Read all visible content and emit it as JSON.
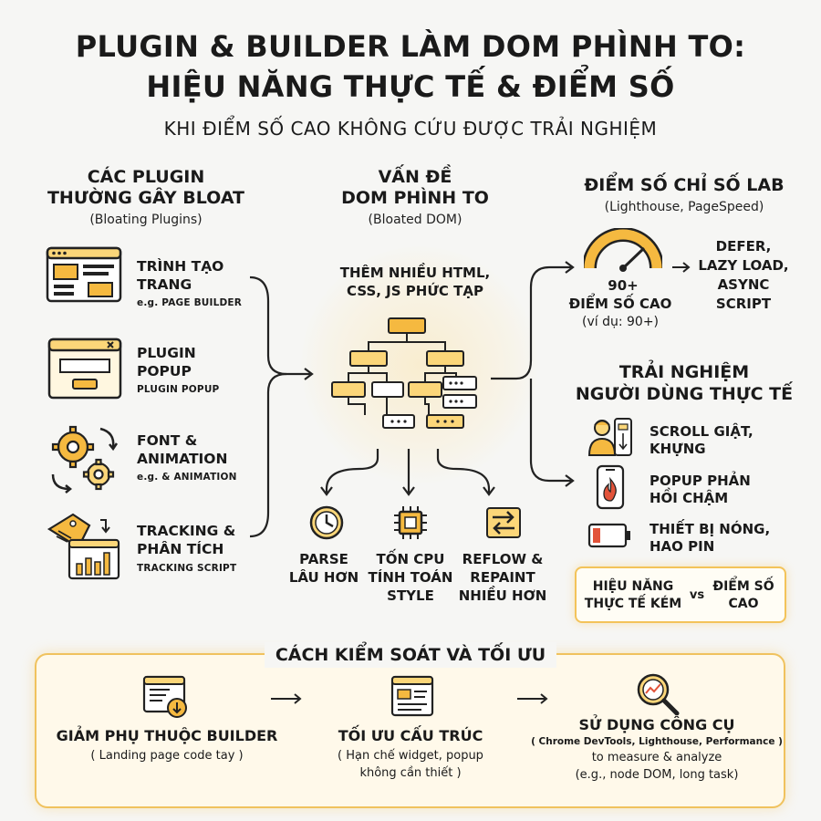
{
  "header": {
    "title_line1": "PLUGIN & BUILDER LÀM DOM PHÌNH TO:",
    "title_line2": "HIỆU NĂNG THỰC TẾ & ĐIỂM SỐ",
    "subtitle": "KHI ĐIỂM SỐ CAO KHÔNG CỨU ĐƯỢC TRẢI NGHIỆM"
  },
  "left": {
    "heading_line1": "CÁC PLUGIN",
    "heading_line2": "THƯỜNG GÂY BLOAT",
    "sub": "(Bloating Plugins)",
    "items": [
      {
        "line1": "TRÌNH TẠO",
        "line2": "TRANG",
        "note": "e.g. PAGE BUILDER",
        "icon": "page-builder-icon"
      },
      {
        "line1": "PLUGIN",
        "line2": "POPUP",
        "note": "PLUGIN POPUP",
        "icon": "popup-window-icon"
      },
      {
        "line1": "FONT &",
        "line2": "ANIMATION",
        "note": "e.g. & ANIMATION",
        "icon": "gears-refresh-icon"
      },
      {
        "line1": "TRACKING &",
        "line2": "PHÂN TÍCH",
        "note": "TRACKING SCRIPT",
        "icon": "tag-chart-icon"
      }
    ]
  },
  "middle": {
    "heading_line1": "VẤN ĐỀ",
    "heading_line2": "DOM PHÌNH TO",
    "sub": "(Bloated DOM)",
    "desc_line1": "THÊM NHIỀU HTML,",
    "desc_line2": "CSS, JS PHỨC TẠP",
    "effects": [
      {
        "line1": "PARSE",
        "line2": "LÂU HƠN",
        "line3": "",
        "icon": "clock-icon"
      },
      {
        "line1": "TỐN CPU",
        "line2": "TÍNH TOÁN",
        "line3": "STYLE",
        "icon": "cpu-chip-icon"
      },
      {
        "line1": "REFLOW &",
        "line2": "REPAINT",
        "line3": "NHIỀU HƠN",
        "icon": "swap-arrows-icon"
      }
    ]
  },
  "right": {
    "lab_heading": "ĐIỂM SỐ CHỈ SỐ LAB",
    "lab_sub": "(Lighthouse, PageSpeed)",
    "gauge_value": "90+",
    "score_line1": "ĐIỂM SỐ CAO",
    "score_line2": "(ví dụ: 90+)",
    "defer_lines": [
      "DEFER,",
      "LAZY LOAD,",
      "ASYNC",
      "SCRIPT"
    ],
    "ux_heading_line1": "TRẢI NGHIỆM",
    "ux_heading_line2": "NGƯỜI DÙNG THỰC TẾ",
    "ux_items": [
      {
        "line1": "SCROLL GIẬT,",
        "line2": "KHỰNG",
        "icon": "person-scroll-icon"
      },
      {
        "line1": "POPUP PHẢN",
        "line2": "HỒI CHẬM",
        "icon": "phone-fire-icon"
      },
      {
        "line1": "THIẾT BỊ NÓNG,",
        "line2": "HAO PIN",
        "icon": "low-battery-icon"
      }
    ],
    "vs": {
      "left_line1": "HIỆU NĂNG",
      "left_line2": "THỰC TẾ KÉM",
      "middle": "vs",
      "right_line1": "ĐIỂM SỐ",
      "right_line2": "CAO"
    }
  },
  "bottom": {
    "title": "CÁCH KIỂM SOÁT VÀ TỐI ƯU",
    "steps": [
      {
        "title": "GIẢM PHỤ THUỘC BUILDER",
        "line1": "( Landing page code tay )",
        "line2": "",
        "line3": "",
        "line4": "",
        "icon": "code-download-icon"
      },
      {
        "title": "TỐI ƯU CẤU TRÚC",
        "line1": "( Hạn chế widget, popup",
        "line2": "không cần thiết )",
        "line3": "",
        "line4": "",
        "icon": "layout-icon"
      },
      {
        "title": "SỬ DỤNG CÔNG CỤ",
        "line1": "( Chrome DevTools, Lighthouse, Performance )",
        "line2": "to measure & analyze",
        "line3": "(e.g., node DOM, long task)",
        "line4": "",
        "icon": "magnifier-chart-icon"
      }
    ]
  },
  "colors": {
    "accent": "#f5b940",
    "accent_light": "#fbd679",
    "outline": "#222222",
    "red": "#e2533a"
  }
}
